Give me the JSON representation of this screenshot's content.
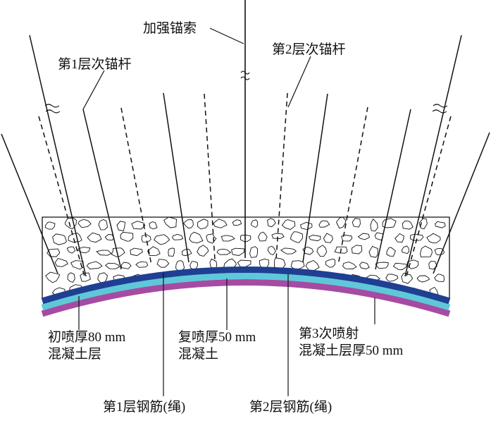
{
  "labels": {
    "cable": "加强锚索",
    "bolt_layer1": "第1层次锚杆",
    "bolt_layer2": "第2层次锚杆",
    "spray_initial_line1": "初喷厚80 mm",
    "spray_initial_line2": "混凝土层",
    "spray_second_line1": "复喷厚50 mm",
    "spray_second_line2": "混凝土",
    "spray_third_line1": "第3次喷射",
    "spray_third_line2": "混凝土层厚50 mm",
    "rebar_layer1": "第1层钢筋(绳)",
    "rebar_layer2": "第2层钢筋(绳)"
  },
  "colors": {
    "layer_initial_spray": "#1f3f93",
    "layer_second_spray": "#5fc8d8",
    "layer_third_spray": "#a64ba3",
    "rock_outline": "#111111",
    "line": "#111111"
  }
}
